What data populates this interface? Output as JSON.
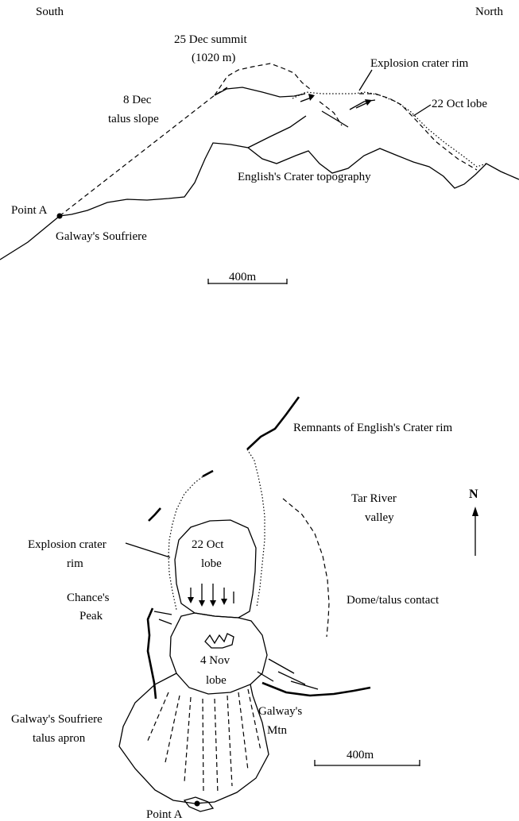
{
  "profile": {
    "south": "South",
    "north": "North",
    "summit_line1": "25 Dec summit",
    "summit_line2": "(1020 m)",
    "explosion_rim": "Explosion crater rim",
    "talus_line1": "8 Dec",
    "talus_line2": "talus slope",
    "oct_lobe": "22 Oct lobe",
    "english_topo": "English's Crater topography",
    "point_a": "Point A",
    "galway": "Galway's Soufriere",
    "scale": "400m"
  },
  "map": {
    "remnants": "Remnants of English's Crater rim",
    "tar_line1": "Tar River",
    "tar_line2": "valley",
    "north_arrow": "N",
    "explosion_line1": "Explosion crater",
    "explosion_line2": "rim",
    "oct_line1": "22 Oct",
    "oct_line2": "lobe",
    "chance_line1": "Chance's",
    "chance_line2": "Peak",
    "dome_contact": "Dome/talus contact",
    "nov_line1": "4 Nov",
    "nov_line2": "lobe",
    "apron_line1": "Galway's Soufriere",
    "apron_line2": "talus apron",
    "mtn_line1": "Galway's",
    "mtn_line2": "Mtn",
    "scale": "400m",
    "point_a": "Point A"
  }
}
